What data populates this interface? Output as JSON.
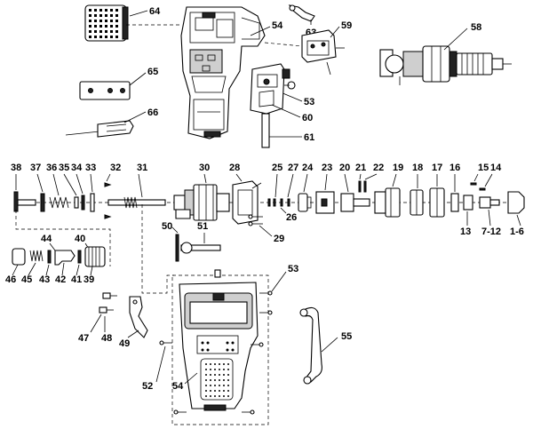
{
  "labels": {
    "p64": "64",
    "p54a": "54",
    "p63": "63",
    "p59": "59",
    "p58": "58",
    "p65": "65",
    "p53a": "53",
    "p60": "60",
    "p66": "66",
    "p61": "61",
    "p38": "38",
    "p37": "37",
    "p36": "36",
    "p35": "35",
    "p34": "34",
    "p33": "33",
    "p32": "32",
    "p31": "31",
    "p30": "30",
    "p28": "28",
    "p25": "25",
    "p27": "27",
    "p24": "24",
    "p23": "23",
    "p20": "20",
    "p21": "21",
    "p22": "22",
    "p19": "19",
    "p18": "18",
    "p17": "17",
    "p16": "16",
    "p15": "15",
    "p14": "14",
    "p26": "26",
    "p29": "29",
    "p13": "13",
    "p7_12": "7-12",
    "p1_6": "1-6",
    "p50": "50",
    "p51": "51",
    "p44": "44",
    "p40": "40",
    "p46": "46",
    "p45": "45",
    "p43": "43",
    "p42": "42",
    "p41": "41",
    "p39": "39",
    "p53b": "53",
    "p55": "55",
    "p47": "47",
    "p48": "48",
    "p49": "49",
    "p52": "52",
    "p54b": "54"
  }
}
